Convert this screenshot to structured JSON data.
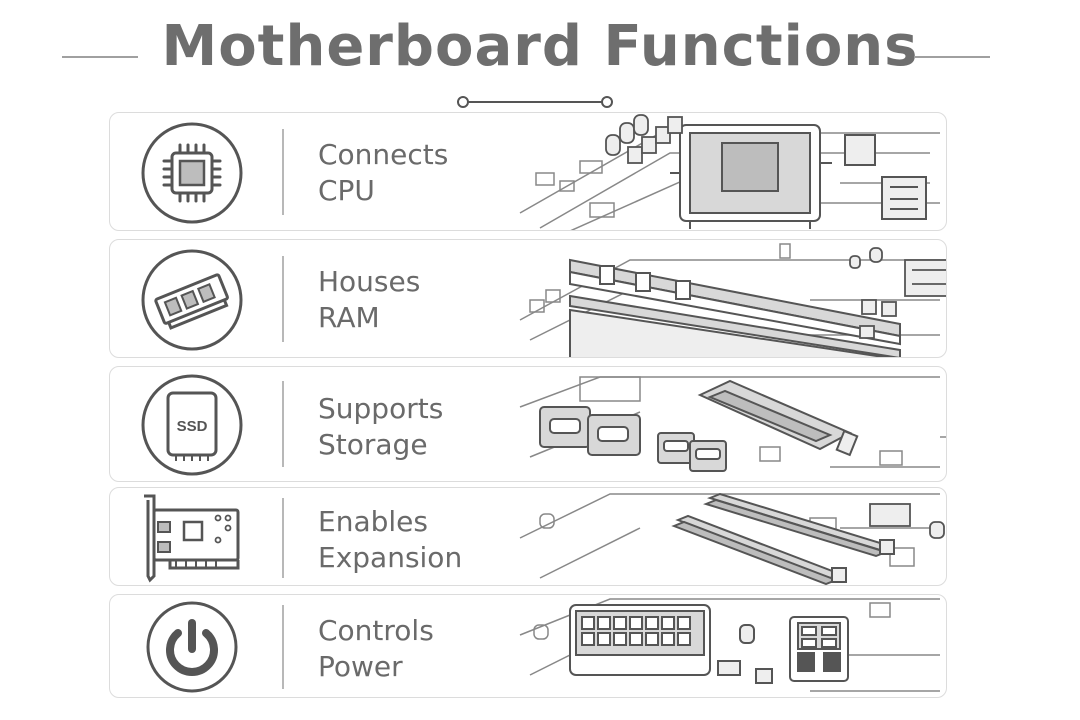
{
  "header": {
    "title": "Motherboard Functions"
  },
  "rows": [
    {
      "line1": "Connects",
      "line2": "CPU",
      "icon": "cpu-chip-icon"
    },
    {
      "line1": "Houses",
      "line2": "RAM",
      "icon": "ram-module-icon"
    },
    {
      "line1": "Supports",
      "line2": "Storage",
      "icon": "ssd-drive-icon",
      "icon_text": "SSD"
    },
    {
      "line1": "Enables",
      "line2": "Expansion",
      "icon": "expansion-card-icon"
    },
    {
      "line1": "Controls",
      "line2": "Power",
      "icon": "power-button-icon"
    }
  ],
  "colors": {
    "text": "#6a6a6a",
    "line": "#555555",
    "fill": "#bdbdbd",
    "border": "#dcdcdc"
  }
}
